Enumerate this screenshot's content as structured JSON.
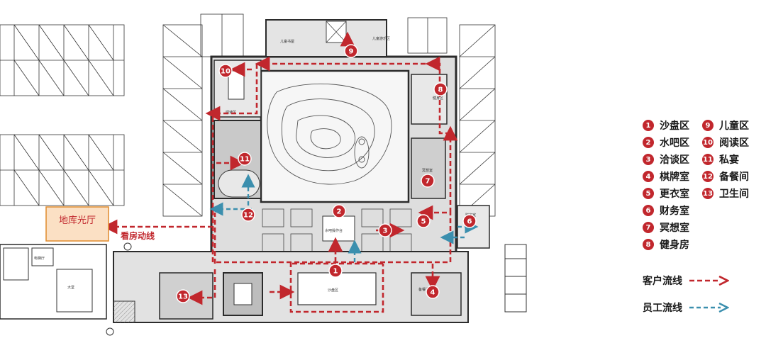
{
  "plan": {
    "garage_label": "地库光厅",
    "route_label": "看房动线",
    "room_labels": {
      "children_1": "儿童书屋",
      "children_2": "儿童游乐区",
      "reading": "阅读区",
      "water_bar": "水吧操作台",
      "sand_table": "沙盘区",
      "meditation": "冥想室",
      "fitness": "健身区",
      "finance": "财务室",
      "electric": "电梯厅",
      "hall": "大堂",
      "prep": "备餐间"
    },
    "markers": [
      {
        "n": "1"
      },
      {
        "n": "2"
      },
      {
        "n": "3"
      },
      {
        "n": "4"
      },
      {
        "n": "5"
      },
      {
        "n": "6"
      },
      {
        "n": "7"
      },
      {
        "n": "8"
      },
      {
        "n": "9"
      },
      {
        "n": "10"
      },
      {
        "n": "11"
      },
      {
        "n": "12"
      },
      {
        "n": "13"
      }
    ]
  },
  "legend": {
    "items": [
      {
        "num": "1",
        "label": "沙盘区"
      },
      {
        "num": "2",
        "label": "水吧区"
      },
      {
        "num": "3",
        "label": "洽谈区"
      },
      {
        "num": "4",
        "label": "棋牌室"
      },
      {
        "num": "5",
        "label": "更衣室"
      },
      {
        "num": "6",
        "label": "财务室"
      },
      {
        "num": "7",
        "label": "冥想室"
      },
      {
        "num": "8",
        "label": "健身房"
      },
      {
        "num": "9",
        "label": "儿童区"
      },
      {
        "num": "10",
        "label": "阅读区"
      },
      {
        "num": "11",
        "label": "私宴"
      },
      {
        "num": "12",
        "label": "备餐间"
      },
      {
        "num": "13",
        "label": "卫生间"
      }
    ],
    "customer_flow": "客户流线",
    "staff_flow": "员工流线"
  },
  "colors": {
    "customer": "#c1272d",
    "staff": "#3b8fae",
    "wall": "#2b2b2b",
    "floor": "#d9d9d9"
  }
}
